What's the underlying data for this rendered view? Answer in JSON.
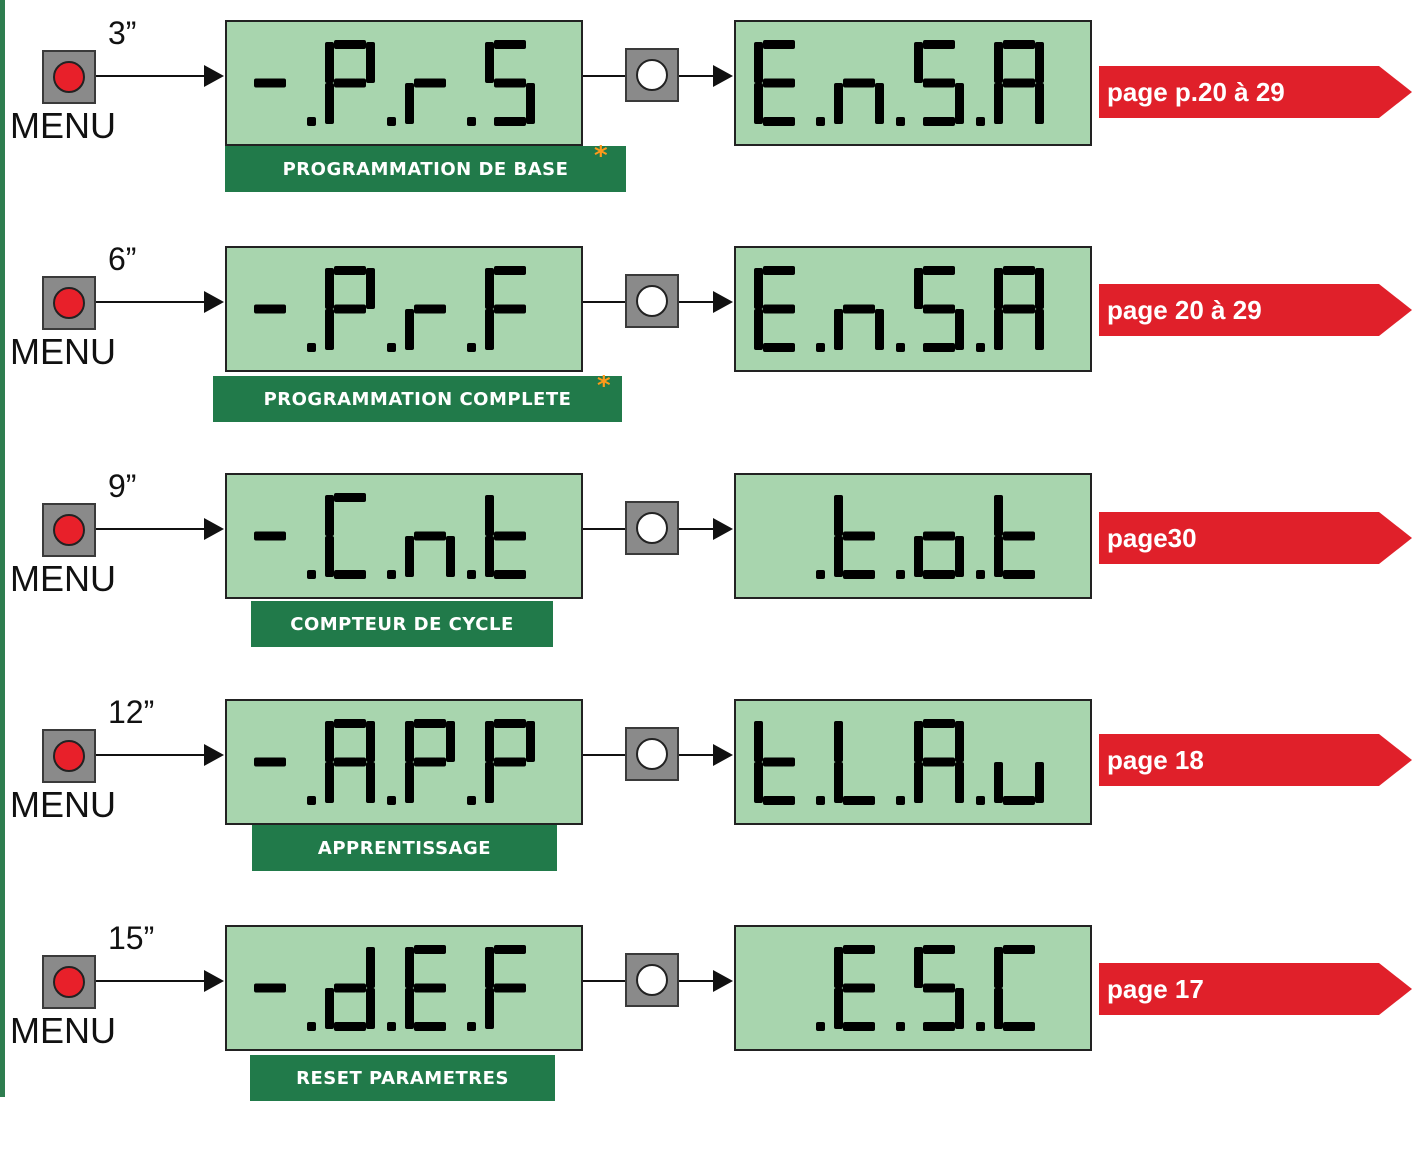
{
  "colors": {
    "lcd_bg": "#a8d5ae",
    "segment": "#000000",
    "caption_bg": "#217a4a",
    "caption_text": "#ffffff",
    "page_tag_bg": "#e0202a",
    "menu_button_dot": "#e8202a",
    "ok_button_dot": "#ffffff",
    "star": "#ff9a1a"
  },
  "icons": {
    "menu_button": "red-push-button-icon",
    "ok_button": "white-push-button-icon",
    "star": "asterisk-flower-icon",
    "arrow": "right-arrow-icon"
  },
  "rows": [
    {
      "menu_label": "MENU",
      "time": "3”",
      "display_main": "-.P.r.S",
      "display_result": "E.n.S.A",
      "caption": "PROGRAMMATION DE BASE",
      "caption_star": "*",
      "page_ref": "page p.20 à 29"
    },
    {
      "menu_label": "MENU",
      "time": "6”",
      "display_main": "-.P.r.F",
      "display_result": "E.n.S.A",
      "caption": "PROGRAMMATION COMPLETE",
      "caption_star": "*",
      "page_ref": "page 20 à 29"
    },
    {
      "menu_label": "MENU",
      "time": "9”",
      "display_main": "-.C.n.t",
      "display_result": ".t.o.t",
      "caption": "COMPTEUR DE CYCLE",
      "caption_star": "",
      "page_ref": "page30"
    },
    {
      "menu_label": "MENU",
      "time": "12”",
      "display_main": "-.A.P.P",
      "display_result": "t.L.A.u",
      "caption": "APPRENTISSAGE",
      "caption_star": "",
      "page_ref": "page 18"
    },
    {
      "menu_label": "MENU",
      "time": "15”",
      "display_main": "-.d.E.F",
      "display_result": ".E.S.C",
      "caption": "RESET PARAMETRES",
      "caption_star": "",
      "page_ref": "page 17"
    }
  ]
}
